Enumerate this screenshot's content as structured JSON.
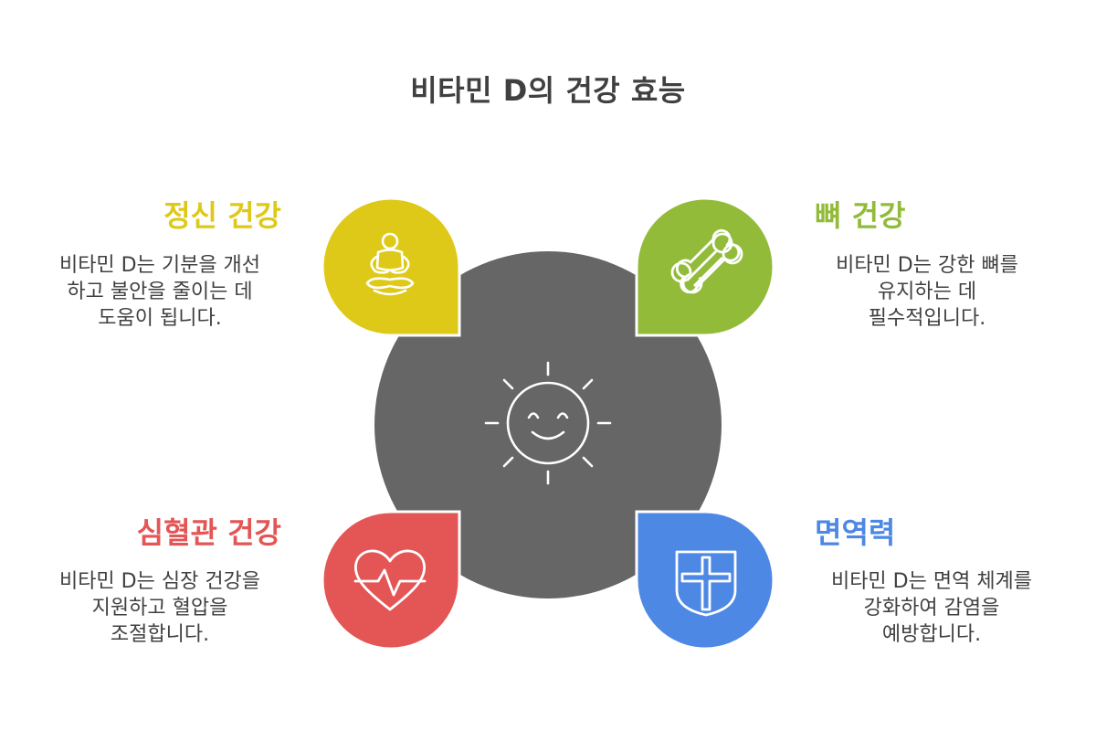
{
  "title": "비타민 D의 건강 효능",
  "colors": {
    "center": "#666666",
    "mental": "#DFC918",
    "bone": "#92BB3A",
    "cardio": "#E45555",
    "immune": "#4D88E5",
    "text": "#404040"
  },
  "icons": {
    "center": "sun-smile-icon",
    "mental": "meditation-icon",
    "bone": "bone-icon",
    "cardio": "heartbeat-icon",
    "immune": "shield-icon"
  },
  "benefits": {
    "mental": {
      "title": "정신 건강",
      "desc": [
        "비타민 D는 기분을 개선",
        "하고 불안을 줄이는 데",
        "도움이 됩니다."
      ]
    },
    "bone": {
      "title": "뼈 건강",
      "desc": [
        "비타민 D는 강한 뼈를",
        "유지하는 데",
        "필수적입니다."
      ]
    },
    "cardio": {
      "title": "심혈관 건강",
      "desc": [
        "비타민 D는 심장 건강을",
        "지원하고 혈압을",
        "조절합니다."
      ]
    },
    "immune": {
      "title": "면역력",
      "desc": [
        "비타민 D는 면역 체계를",
        "강화하여 감염을",
        "예방합니다."
      ]
    }
  }
}
